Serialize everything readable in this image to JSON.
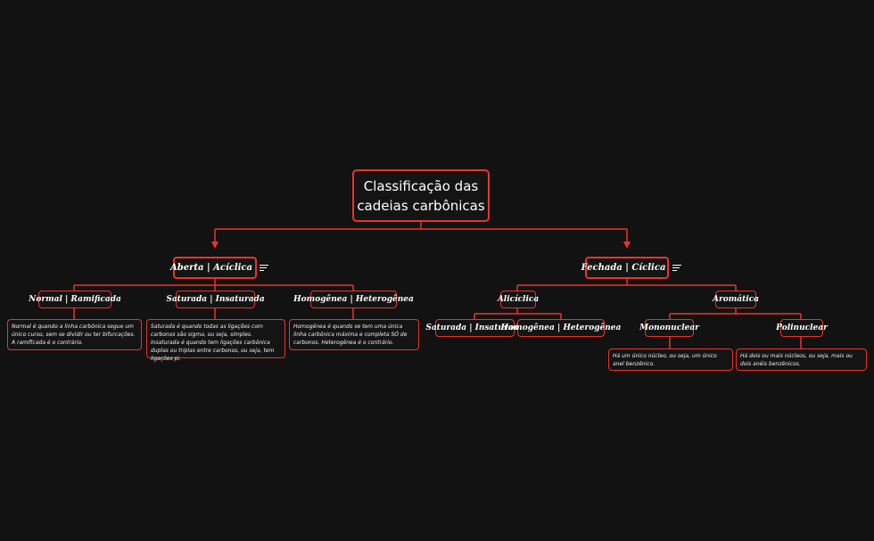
{
  "title": "Classificação das cadeias carbônicas",
  "branches": {
    "aberta": {
      "label": "Aberta | Acíclica",
      "children": {
        "normal": {
          "label": "Normal | Ramificada",
          "note": "Normal é quando a linha carbônica segue um único curso, sem se dividir ou ter bifurcações. A ramificada é o contrário."
        },
        "saturada": {
          "label": "Saturada | Insaturada",
          "note": "Saturada é quando todas as ligações com carbonos são sigma, ou seja, simples. Insaturada é quando tem ligações carbônica duplas ou triplas entre carbonos, ou seja, tem ligações pi."
        },
        "homogenea": {
          "label": "Homogênea | Heterogênea",
          "note": "Homogênea é quando se tem uma única linha carbônica máxima e completa SÓ de carbonos. Heterogênea é o contrário."
        }
      }
    },
    "fechada": {
      "label": "Fechada | Cíclica",
      "children": {
        "aliciclica": {
          "label": "Alicíclica",
          "children": {
            "saturada": {
              "label": "Saturada | Insaturada"
            },
            "homogenea": {
              "label": "Homogênea | Heterogênea"
            }
          }
        },
        "aromatica": {
          "label": "Aromática",
          "children": {
            "mononuclear": {
              "label": "Mononuclear",
              "note": "Há um único núcleo, ou seja, um único anel benzênico."
            },
            "polinuclear": {
              "label": "Polinuclear",
              "note": "Há dois ou mais núcleos, ou seja, mais ou dois anéis benzênicos."
            }
          }
        }
      }
    }
  },
  "colors": {
    "background": "#121212",
    "accent": "#e8352a",
    "text": "#ffffff"
  },
  "icons": {
    "notes": "lines-icon"
  }
}
